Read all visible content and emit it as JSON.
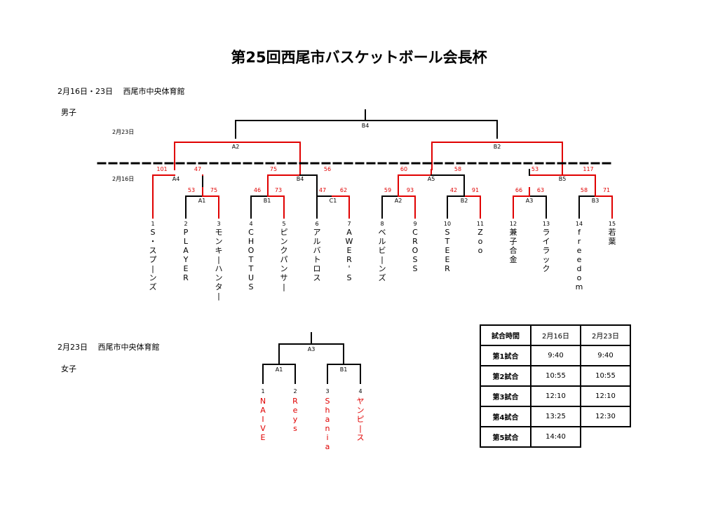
{
  "title": "第25回西尾市バスケットボール会長杯",
  "men": {
    "date_venue": "2月16日・23日　 西尾市中央体育館",
    "section_label": "男子",
    "round_dates": [
      "2月23日",
      "2月16日"
    ],
    "teams": [
      {
        "no": "1",
        "name": "S・スプーンズ"
      },
      {
        "no": "2",
        "name": "PLAYER"
      },
      {
        "no": "3",
        "name": "モンキーハンター"
      },
      {
        "no": "4",
        "name": "CHOTTUS"
      },
      {
        "no": "5",
        "name": "ピンクパンサー"
      },
      {
        "no": "6",
        "name": "アルバトロス"
      },
      {
        "no": "7",
        "name": "AWER'S"
      },
      {
        "no": "8",
        "name": "ベルビーンズ"
      },
      {
        "no": "9",
        "name": "CROSS"
      },
      {
        "no": "10",
        "name": "STEER"
      },
      {
        "no": "11",
        "name": "Zoo"
      },
      {
        "no": "12",
        "name": "兼子合金"
      },
      {
        "no": "13",
        "name": "ライラック"
      },
      {
        "no": "14",
        "name": "freedom"
      },
      {
        "no": "15",
        "name": "若葉"
      }
    ],
    "match_labels": {
      "A1": "A1",
      "B1": "B1",
      "C1": "C1",
      "A2l": "A2",
      "B2l": "B2",
      "A3": "A3",
      "B3": "B3",
      "A4": "A4",
      "B4l": "B4",
      "A5": "A5",
      "B5": "B5",
      "A2u": "A2",
      "B2u": "B2",
      "B4f": "B4"
    },
    "scores": {
      "r1_1": "101",
      "r1_2": "47",
      "a1_2": "53",
      "a1_3": "75",
      "b4_l": "75",
      "b4_r": "56",
      "b1_4": "46",
      "b1_5": "73",
      "c1_6": "47",
      "c1_7": "62",
      "a5_l": "60",
      "a5_r": "58",
      "a2_8": "59",
      "a2_9": "93",
      "b2_10": "42",
      "b2_11": "91",
      "b5_l": "53",
      "b5_r": "117",
      "a3_12": "66",
      "a3_13": "63",
      "b3_14": "58",
      "b3_15": "71"
    }
  },
  "women": {
    "date_venue": "2月23日　 西尾市中央体育館",
    "section_label": "女子",
    "teams": [
      {
        "no": "1",
        "name": "NAIVE"
      },
      {
        "no": "2",
        "name": "Reys"
      },
      {
        "no": "3",
        "name": "Shania"
      },
      {
        "no": "4",
        "name": "ヤンピース"
      }
    ],
    "match_labels": {
      "A3": "A3",
      "A1": "A1",
      "B1": "B1"
    }
  },
  "schedule": {
    "header": [
      "試合時間",
      "2月16日",
      "2月23日"
    ],
    "rows": [
      [
        "第1試合",
        "9:40",
        "9:40"
      ],
      [
        "第2試合",
        "10:55",
        "10:55"
      ],
      [
        "第3試合",
        "12:10",
        "12:10"
      ],
      [
        "第4試合",
        "13:25",
        "12:30"
      ],
      [
        "第5試合",
        "14:40",
        ""
      ]
    ]
  },
  "colors": {
    "winner_line": "#e00000",
    "women_team_text": "#e00000"
  }
}
